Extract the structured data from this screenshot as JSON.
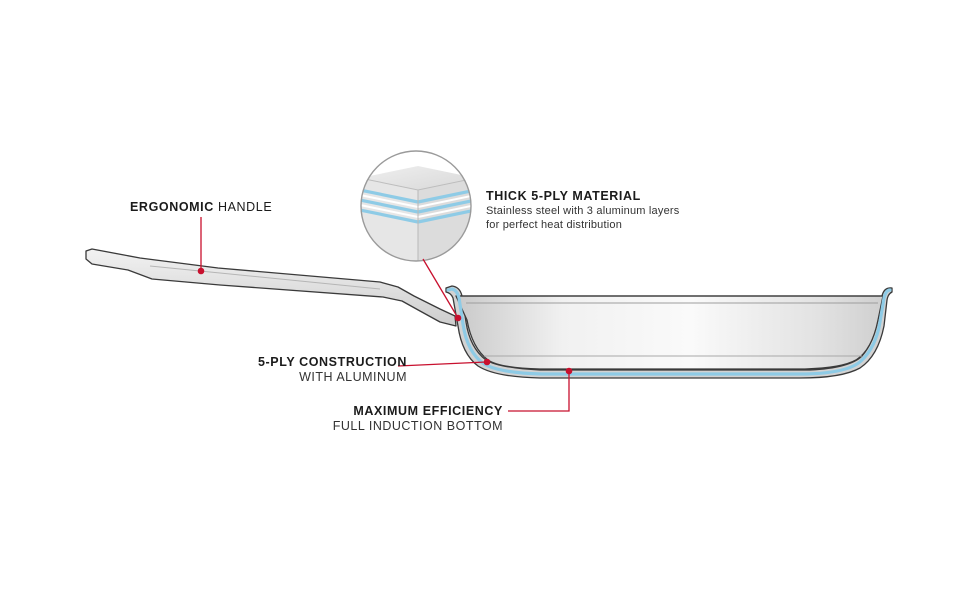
{
  "colors": {
    "callout_red": "#c8102e",
    "aluminum_layer": "#8ecbe6",
    "steel_light": "#f4f4f4",
    "steel_mid": "#d6d6d6",
    "outline": "#3a3a3a"
  },
  "callouts": {
    "handle": {
      "strong": "ERGONOMIC",
      "rest": " HANDLE"
    },
    "material": {
      "title": "THICK 5-PLY MATERIAL",
      "line1": "Stainless steel with 3 aluminum layers",
      "line2": "for perfect heat distribution"
    },
    "construction": {
      "title": "5-PLY CONSTRUCTION",
      "sub": "WITH ALUMINUM"
    },
    "efficiency": {
      "title": "MAXIMUM EFFICIENCY",
      "sub": "FULL INDUCTION BOTTOM"
    }
  }
}
